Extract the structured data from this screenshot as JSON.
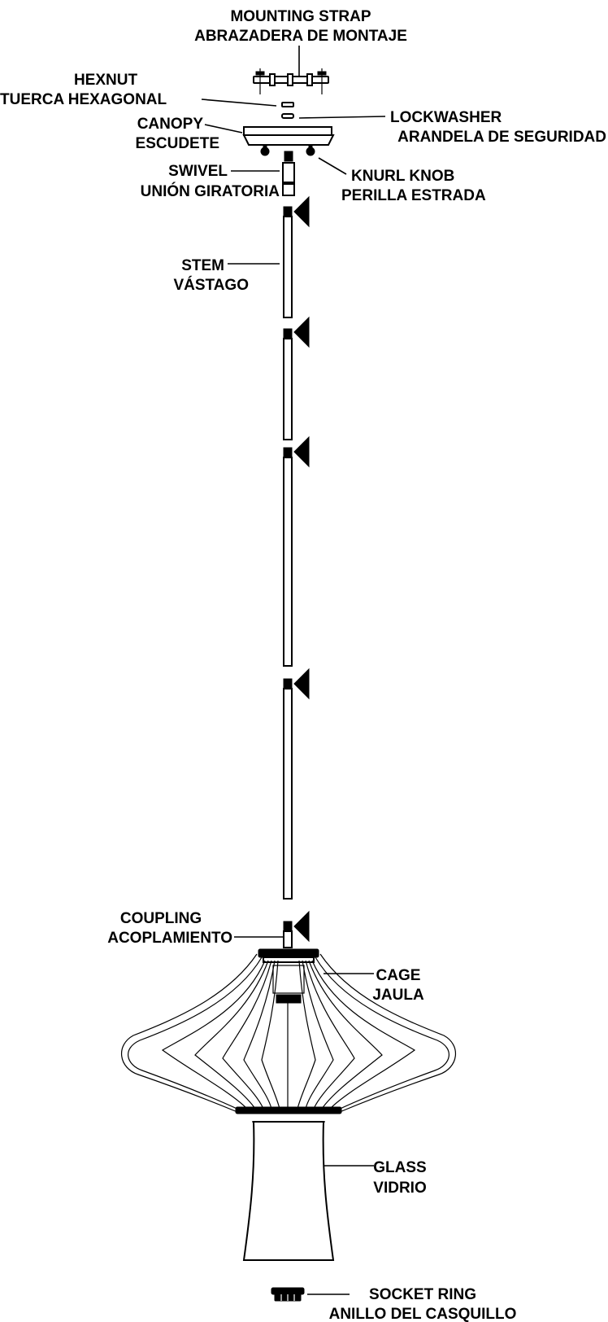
{
  "labels": {
    "mounting_strap": {
      "en": "MOUNTING STRAP",
      "es": "ABRAZADERA DE MONTAJE"
    },
    "hexnut": {
      "en": "HEXNUT",
      "es": "TUERCA HEXAGONAL"
    },
    "lockwasher": {
      "en": "LOCKWASHER",
      "es": "ARANDELA DE SEGURIDAD"
    },
    "canopy": {
      "en": "CANOPY",
      "es": "ESCUDETE"
    },
    "swivel": {
      "en": "SWIVEL",
      "es": "UNIÓN GIRATORIA"
    },
    "knurl_knob": {
      "en": "KNURL KNOB",
      "es": "PERILLA ESTRADA"
    },
    "stem": {
      "en": "STEM",
      "es": "VÁSTAGO"
    },
    "coupling": {
      "en": "COUPLING",
      "es": "ACOPLAMIENTO"
    },
    "cage": {
      "en": "CAGE",
      "es": "JAULA"
    },
    "glass": {
      "en": "GLASS",
      "es": "VIDRIO"
    },
    "socket_ring": {
      "en": "SOCKET RING",
      "es": "ANILLO DEL CASQUILLO"
    }
  },
  "colors": {
    "line": "#000000",
    "background": "#ffffff"
  },
  "stem_section_count": 4
}
